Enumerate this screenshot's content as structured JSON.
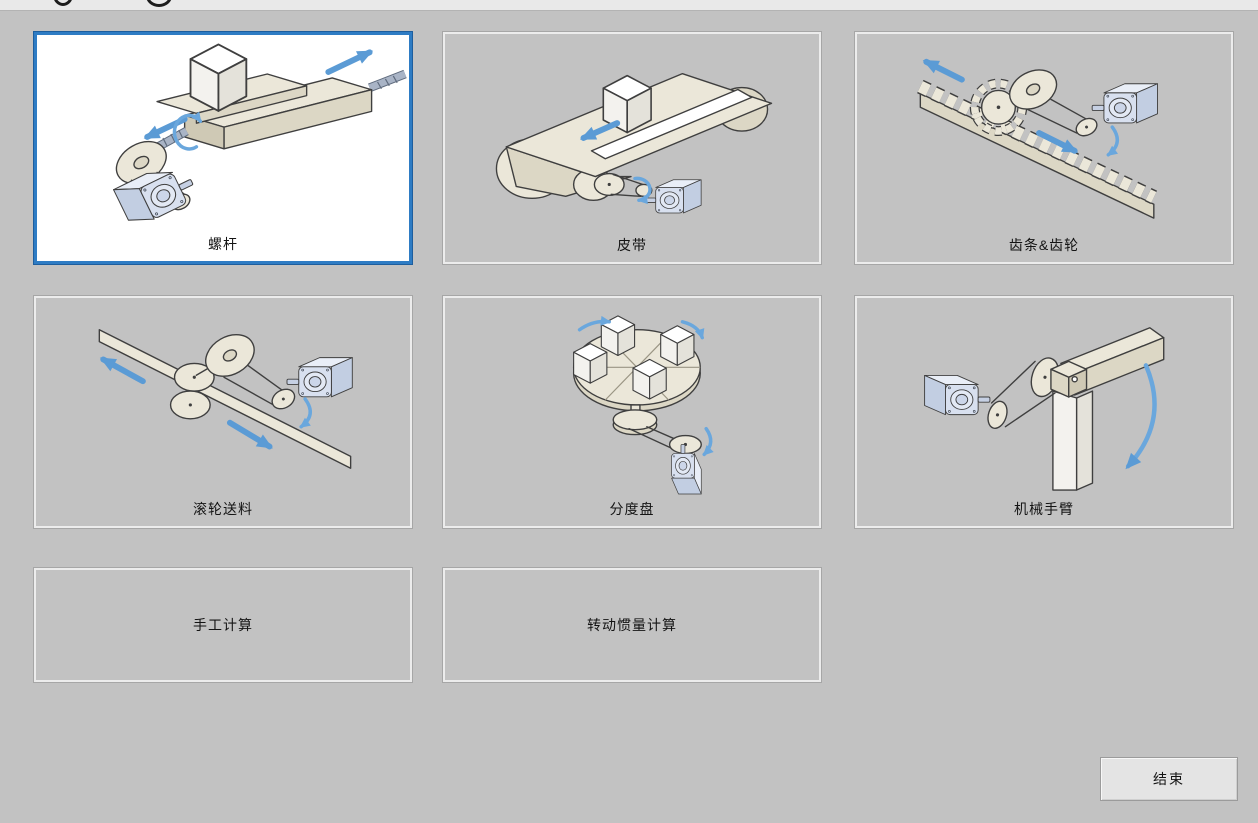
{
  "top_strip": {
    "icon_fragments": [
      "cutoff-toolbar-icon",
      "cutoff-toolbar-icon"
    ]
  },
  "tiles": [
    {
      "label": "螺杆",
      "illustration": "lead-screw",
      "selected": true
    },
    {
      "label": "皮带",
      "illustration": "belt-conveyor",
      "selected": false
    },
    {
      "label": "齿条&齿轮",
      "illustration": "rack-and-pinion",
      "selected": false
    },
    {
      "label": "滚轮送料",
      "illustration": "roller-feed",
      "selected": false
    },
    {
      "label": "分度盘",
      "illustration": "index-table",
      "selected": false
    },
    {
      "label": "机械手臂",
      "illustration": "robot-arm",
      "selected": false
    }
  ],
  "action_tiles": [
    {
      "label": "手工计算"
    },
    {
      "label": "转动惯量计算"
    }
  ],
  "buttons": {
    "end": "结束"
  },
  "colors": {
    "background": "#c2c2c2",
    "top_strip": "#e9e9e9",
    "tile_border": "#ececec",
    "selected_border": "#2e7cc4",
    "selected_background": "#ffffff",
    "illustration_beige": "#ebe7d9",
    "motor_blue": "#d8e0ef",
    "arrow_blue": "#5b9bd5",
    "label_text": "#141414"
  }
}
